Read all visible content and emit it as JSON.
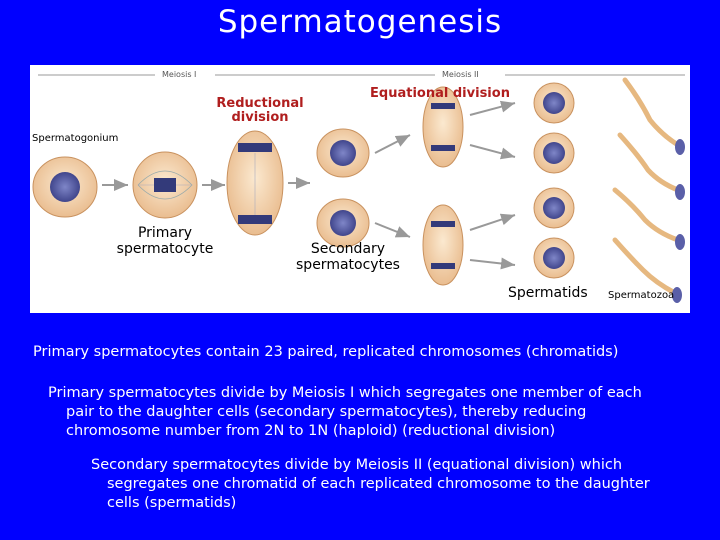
{
  "title": "Spermatogenesis",
  "diagram": {
    "meiosis1": "Meiosis I",
    "meiosis2": "Meiosis II",
    "reductional": "Reductional division",
    "equational": "Equational division",
    "spermatogonium": "Spermatogonium",
    "primary": "Primary spermatocyte",
    "secondary": "Secondary spermatocytes",
    "spermatids": "Spermatids",
    "spermatozoa": "Spermatozoa"
  },
  "text": {
    "p1": "Primary spermatocytes contain 23 paired, replicated chromosomes (chromatids)",
    "p2_l1": "Primary spermatocytes divide by Meiosis I which segregates one member of each",
    "p2_l2": "pair to the daughter cells (secondary spermatocytes), thereby reducing",
    "p2_l3": "chromosome number from 2N to 1N (haploid) (reductional division)",
    "p3_l1": "Secondary spermatocytes divide by Meiosis II (equational division) which",
    "p3_l2": "segregates one chromatid of each replicated chromosome to the daughter",
    "p3_l3": "cells (spermatids)"
  },
  "colors": {
    "background": "#0000ff",
    "cell": "#f3d6b0",
    "nucleus": "#4a4f9a",
    "red_label": "#b01e1e"
  }
}
